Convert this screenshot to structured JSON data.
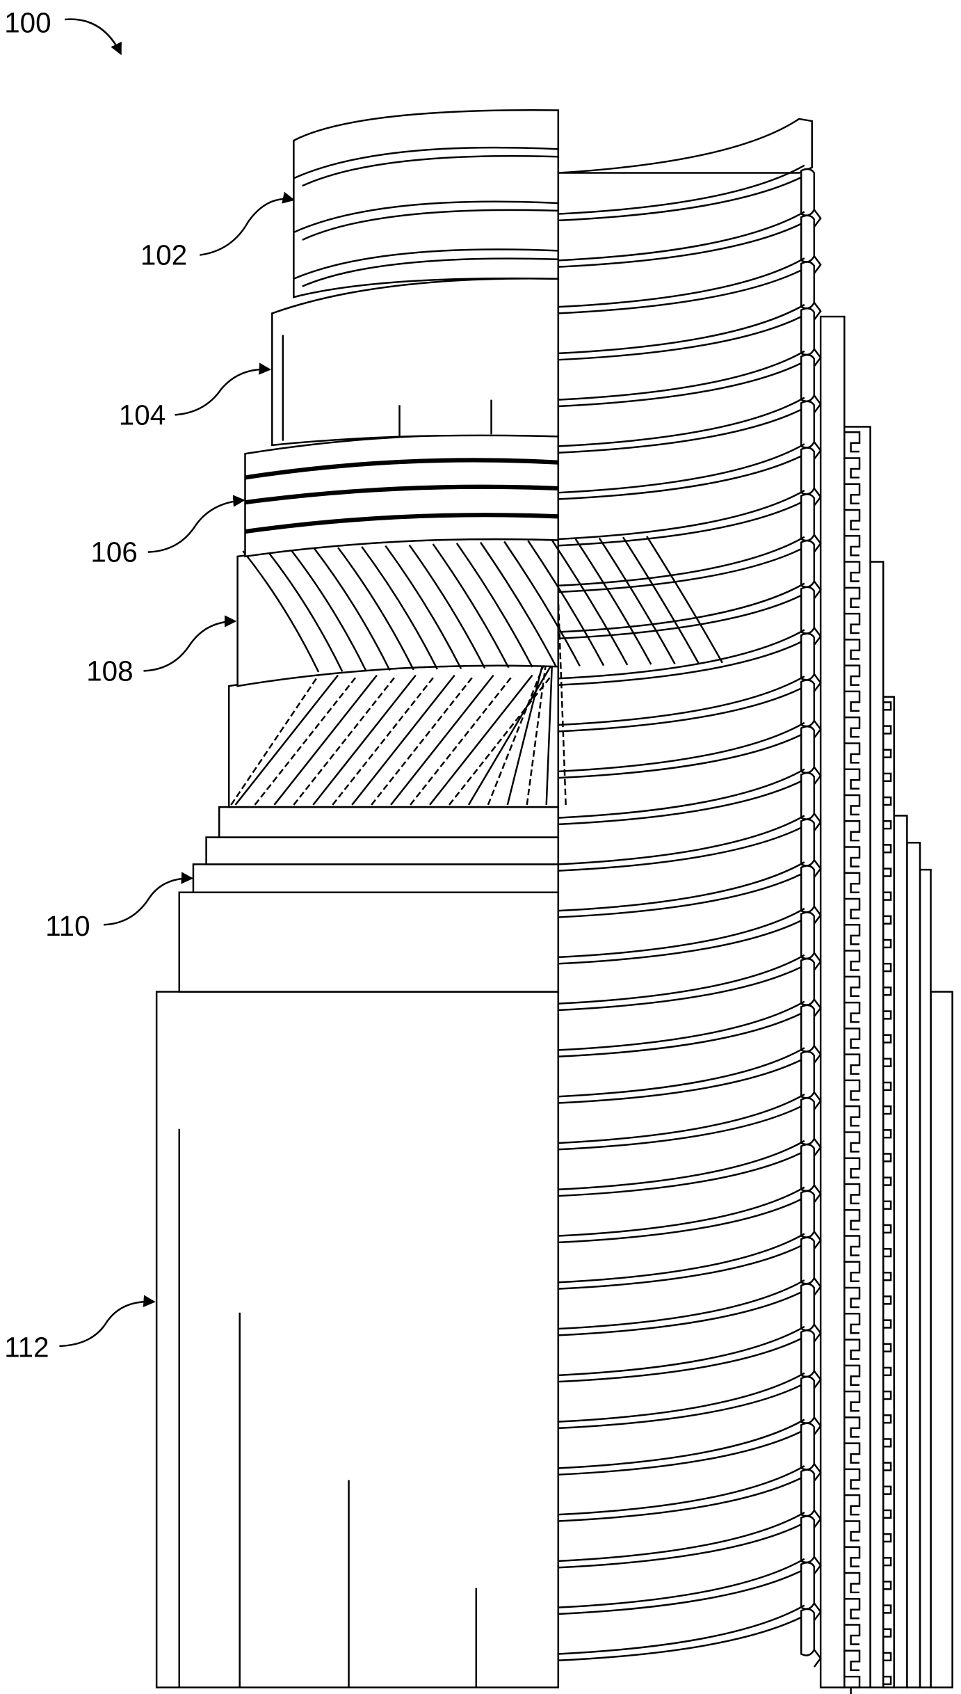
{
  "figure": {
    "reference_labels": {
      "assembly": "100",
      "inner_carcass": "102",
      "pressure_sheath": "104",
      "tape_layer": "106",
      "armor_layers": "108",
      "intermediate_layers": "110",
      "outer_sheath": "112"
    }
  }
}
